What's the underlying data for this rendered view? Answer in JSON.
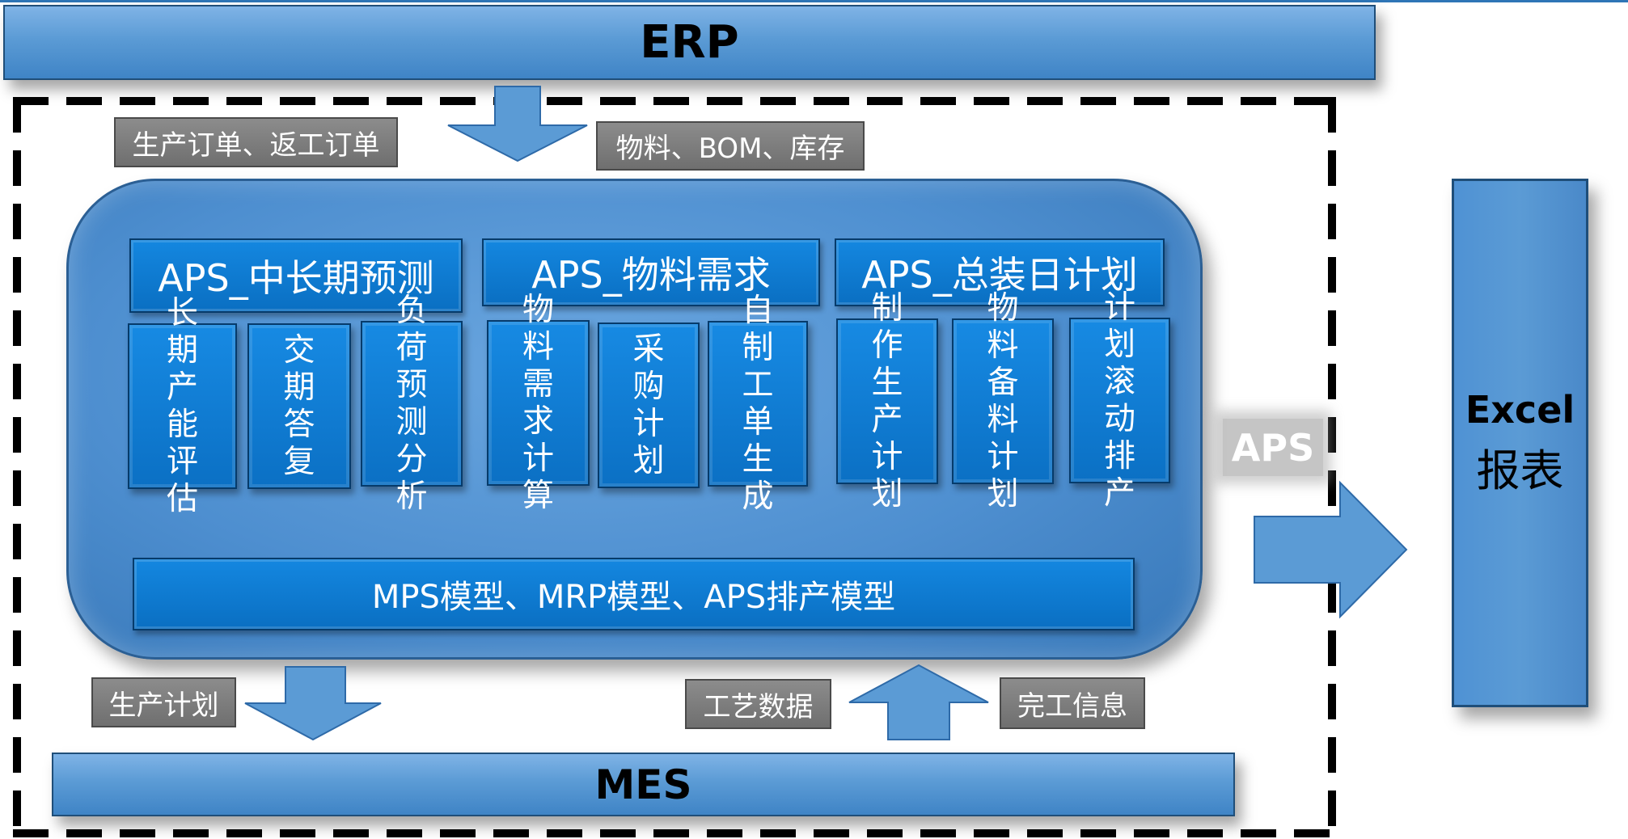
{
  "erp": "ERP",
  "mes": "MES",
  "labels": {
    "production_orders": "生产订单、返工订单",
    "materials": "物料、BOM、库存",
    "production_plan": "生产计划",
    "process_data": "工艺数据",
    "completion_info": "完工信息"
  },
  "aps_label": "APS",
  "excel": {
    "line1": "Excel",
    "line2": "报表"
  },
  "groups": [
    {
      "title": "APS_中长期预测",
      "modules": [
        "长期产能评估",
        "交期答复",
        "负荷预测分析"
      ]
    },
    {
      "title": "APS_物料需求",
      "modules": [
        "物料需求计算",
        "采购计划",
        "自制工单生成"
      ]
    },
    {
      "title": "APS_总装日计划",
      "modules": [
        "制作生产计划",
        "物料备料计划",
        "计划滚动排产"
      ]
    }
  ],
  "model_bar": "MPS模型、MRP模型、APS排产模型",
  "colors": {
    "bar_blue": "#5b9bd5",
    "module_blue": "#0b70c4",
    "label_gray": "#7a7a7a"
  }
}
